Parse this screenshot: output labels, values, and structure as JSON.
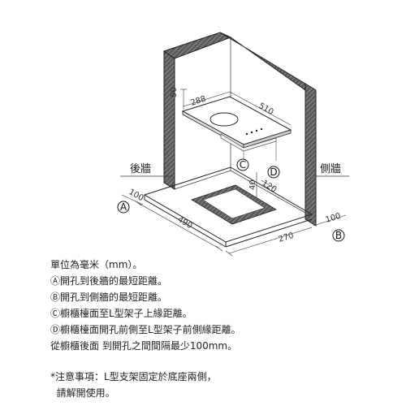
{
  "walls": {
    "back_wall_label": "後牆",
    "side_wall_label": "側牆"
  },
  "markers": {
    "a": "A",
    "b": "B",
    "c": "C",
    "d": "D"
  },
  "dimensions": {
    "wall_gap_50": "50",
    "hob_depth_288": "288",
    "hob_width_510": "510",
    "counter_thickness_40": "40",
    "opening_offset_120": "120",
    "back_distance_100": "100",
    "depth_490": "490",
    "side_distance_100": "100",
    "width_270": "270"
  },
  "notes": {
    "line1": "單位為毫米（mm）。",
    "line2": "Ⓐ開孔到後牆的最短距離。",
    "line3": "Ⓑ開孔到側牆的最短距離。",
    "line4": "Ⓒ櫥櫃檯面至L型架子上緣距離。",
    "line5": "Ⓓ櫥櫃檯面開孔前側至L型架子前側緣距離。",
    "line6": "從櫥櫃後面 到開孔之間間隔最少100mm。",
    "line7": "*注意事項：L型支架固定於底座兩側，",
    "line8": "  請解開使用。"
  }
}
